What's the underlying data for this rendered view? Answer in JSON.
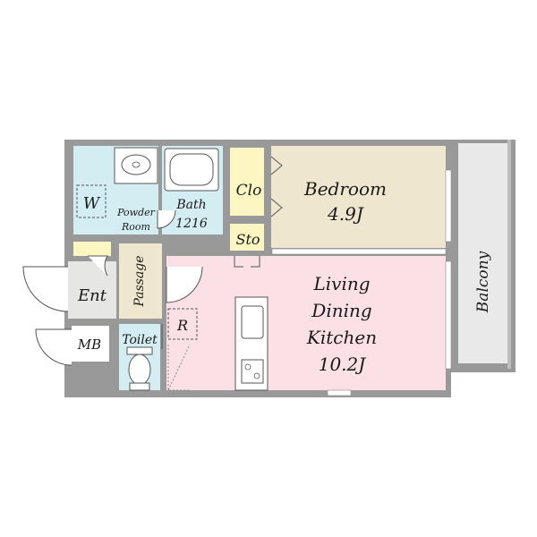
{
  "rooms": {
    "bedroom": {
      "name": "Bedroom",
      "size": "4.9J"
    },
    "ldk": {
      "line1": "Living",
      "line2": "Dining",
      "line3": "Kitchen",
      "size": "10.2J"
    },
    "balcony": {
      "name": "Balcony"
    },
    "closet": {
      "name": "Clo"
    },
    "storage": {
      "name": "Sto"
    },
    "bath": {
      "name": "Bath",
      "size": "1216"
    },
    "powder": {
      "line1": "Powder",
      "line2": "Room"
    },
    "washer": {
      "name": "W"
    },
    "passage": {
      "name": "Passage"
    },
    "entrance": {
      "name": "Ent"
    },
    "meter_box": {
      "name": "MB"
    },
    "toilet": {
      "name": "Toilet"
    },
    "refrigerator": {
      "name": "R"
    }
  },
  "colors": {
    "wall": "#999999",
    "bedroom": "#efe6cf",
    "ldk": "#fbe0e5",
    "wet_area": "#d4edf3",
    "closet": "#fbf6c2",
    "entrance": "#e6e6e4",
    "balcony": "#e9e9e9"
  }
}
